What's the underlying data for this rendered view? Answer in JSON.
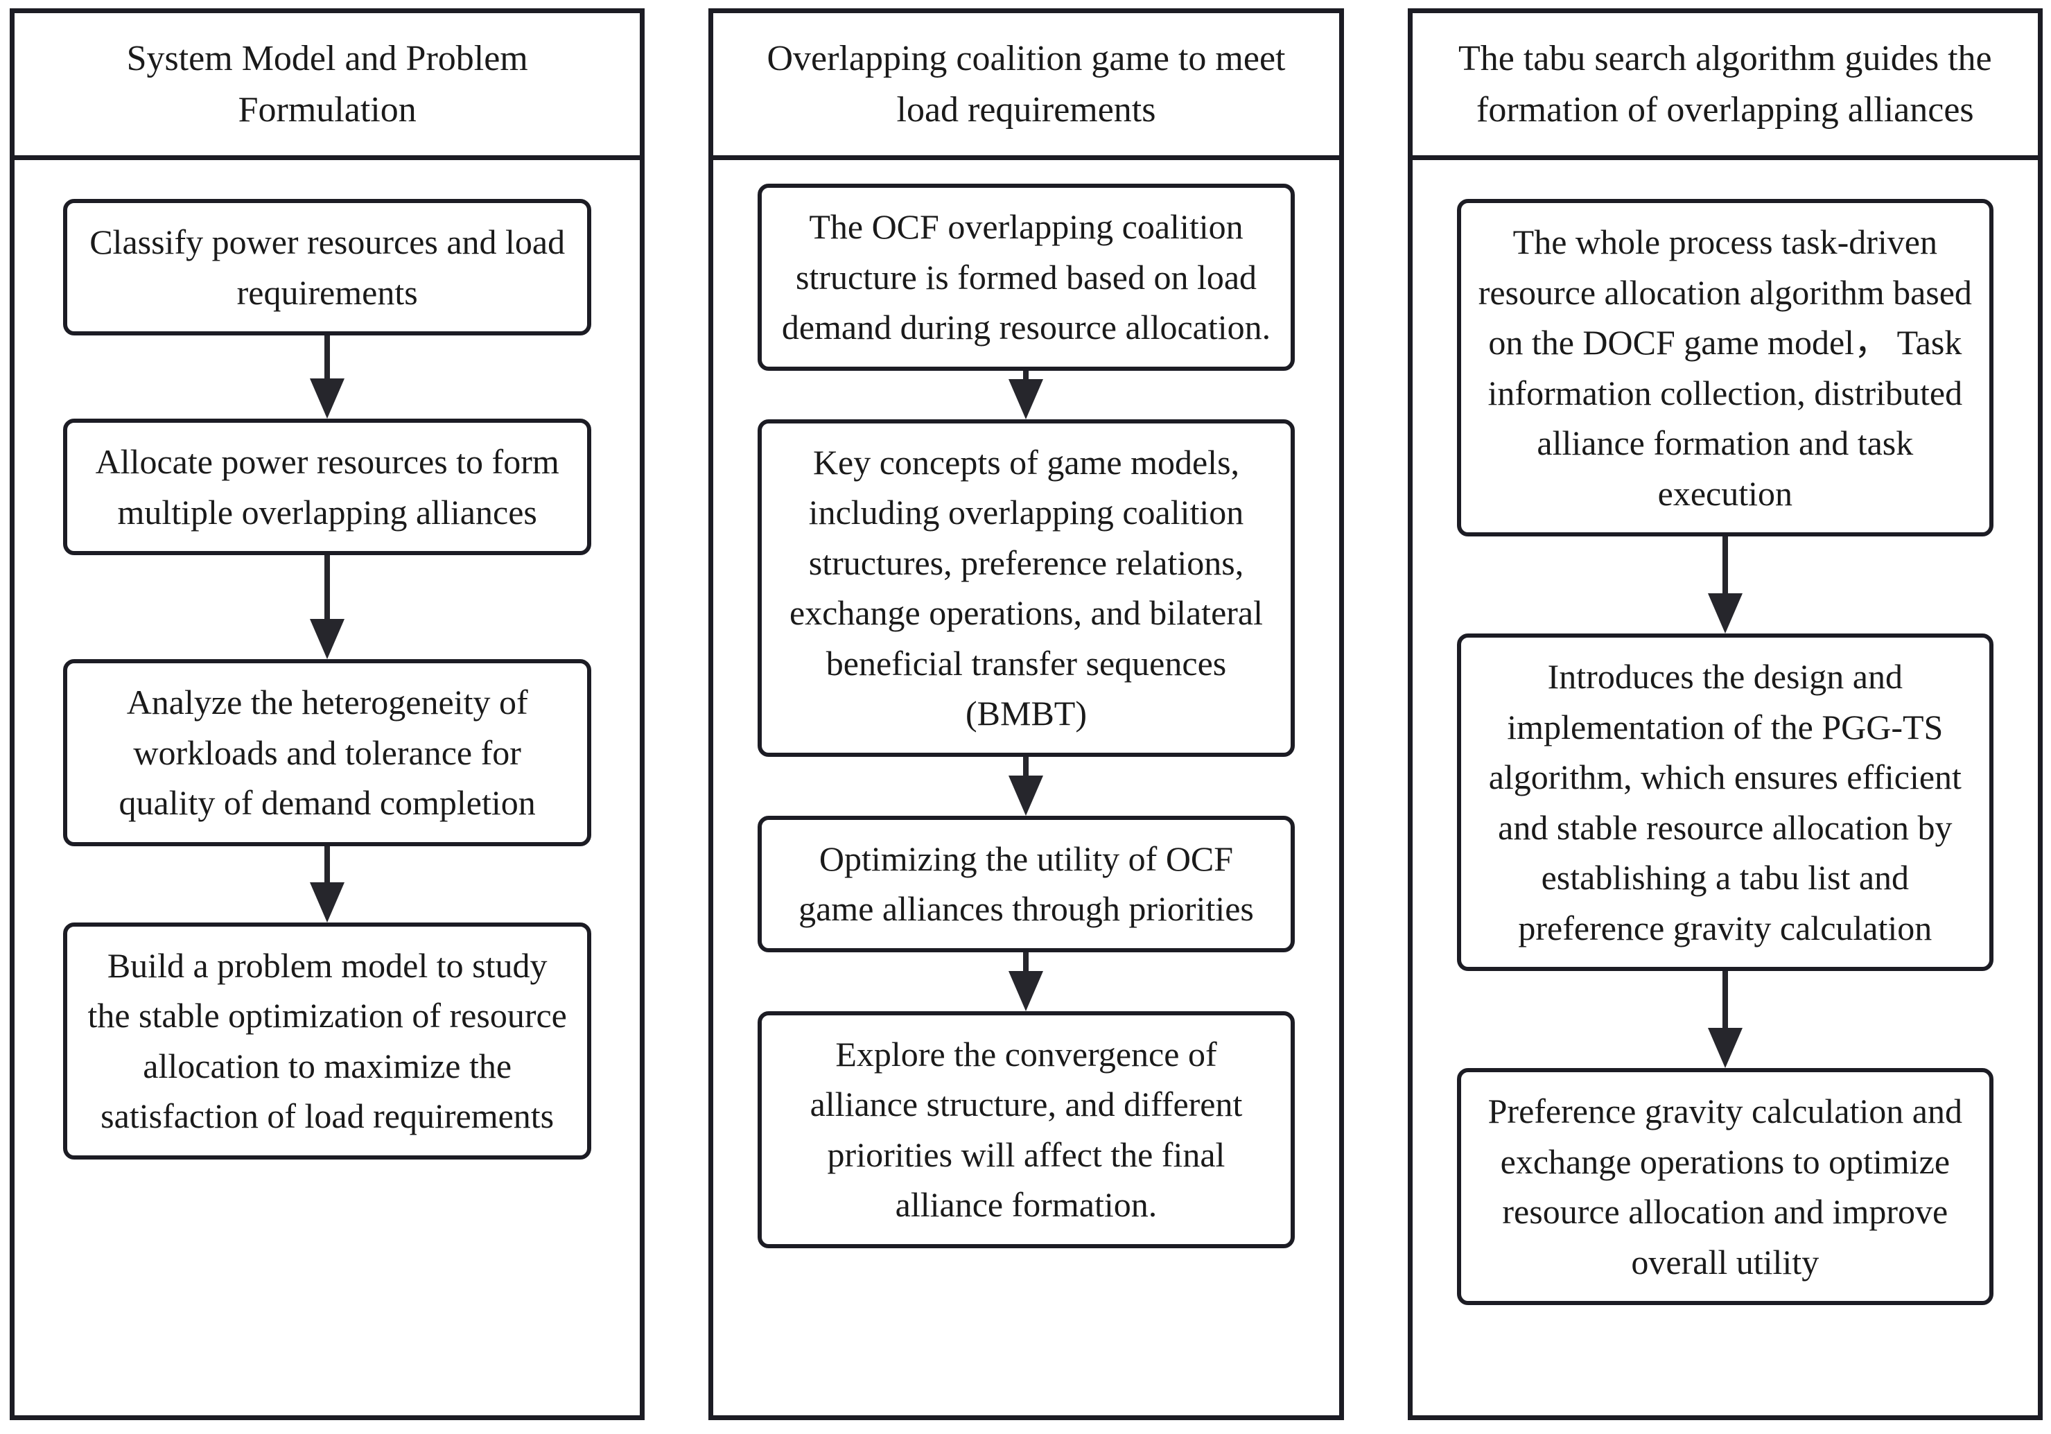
{
  "colors": {
    "border": "#1c1c24",
    "arrow": "#26262c",
    "text": "#1a1a1a",
    "background": "#ffffff"
  },
  "columns": [
    {
      "title": "System Model and Problem Formulation",
      "boxes": [
        "Classify power resources and load requirements",
        "Allocate power resources to form multiple overlapping alliances",
        "Analyze the heterogeneity of workloads and tolerance for quality of demand completion",
        "Build a problem model to study the stable optimization of resource allocation to maximize the satisfaction of load requirements"
      ]
    },
    {
      "title": "Overlapping coalition game to meet load requirements",
      "boxes": [
        "The OCF overlapping coalition structure is formed based on load demand during resource allocation.",
        "Key concepts of game models, including overlapping coalition structures, preference relations, exchange operations, and bilateral beneficial transfer sequences (BMBT)",
        "Optimizing the utility of OCF game alliances through priorities",
        "Explore the convergence of alliance structure, and different priorities will affect the final alliance formation."
      ]
    },
    {
      "title": "The tabu search algorithm guides the formation of overlapping alliances",
      "boxes": [
        "The whole process task-driven resource allocation algorithm based on the DOCF game model， Task information collection, distributed alliance formation and task execution",
        "Introduces the design and implementation of the PGG-TS algorithm, which ensures efficient and stable resource allocation by establishing a tabu list and preference gravity calculation",
        "Preference gravity calculation and exchange operations to optimize resource allocation and improve overall utility"
      ]
    }
  ]
}
